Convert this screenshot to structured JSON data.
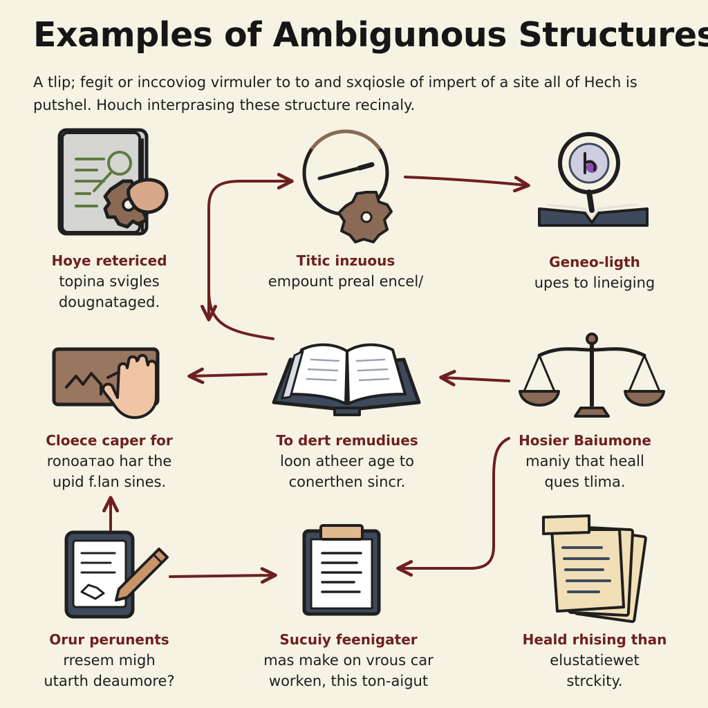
{
  "page": {
    "title": "Examples of Ambigunous Structures",
    "intro": "A tlip; fegit or inccoviog virmuler to to and sxqiosle of impert of a site all of Hech is putshel. Houch interprasing these structure recinaly."
  },
  "colors": {
    "background": "#f6f3e4",
    "heading": "#6e1f1f",
    "arrow": "#6e1f1f",
    "outline": "#1f1f1f",
    "tan": "#8a6a55",
    "slate": "#3e4a5c",
    "paper": "#f1dfb8"
  },
  "items": [
    {
      "icon": "flowchart-document-icon",
      "heading": "Hoye retericed",
      "lines": [
        "topina svigles",
        "dougnataged."
      ]
    },
    {
      "icon": "clock-gear-icon",
      "heading": "Titic inzuous",
      "lines": [
        "empount preal encel/"
      ]
    },
    {
      "icon": "magnifier-book-icon",
      "heading": "Geneo-ligth",
      "lines": [
        "upes to lineiging"
      ]
    },
    {
      "icon": "sign-hand-icon",
      "heading": "Cloece caper for",
      "lines": [
        "ronoатao har the",
        "upid f.lan sines."
      ]
    },
    {
      "icon": "open-book-icon",
      "heading": "To dert remudiues",
      "lines": [
        "loon atheer age to",
        "conerthen sincr."
      ]
    },
    {
      "icon": "balance-scale-icon",
      "heading": "Hosier Baiumone",
      "lines": [
        "maniy that heall",
        "ques tlima."
      ]
    },
    {
      "icon": "tablet-pencil-icon",
      "heading": "Orur perunents",
      "lines": [
        "rresem migh",
        "utarth deaumore?"
      ]
    },
    {
      "icon": "clipboard-icon",
      "heading": "Sucuiy feenigater",
      "lines": [
        "mas make on vrous car",
        "worken, this ton-aigut"
      ]
    },
    {
      "icon": "paper-stack-icon",
      "heading": "Heald rhising than",
      "lines": [
        "elustatiewet",
        "strckity."
      ]
    }
  ]
}
